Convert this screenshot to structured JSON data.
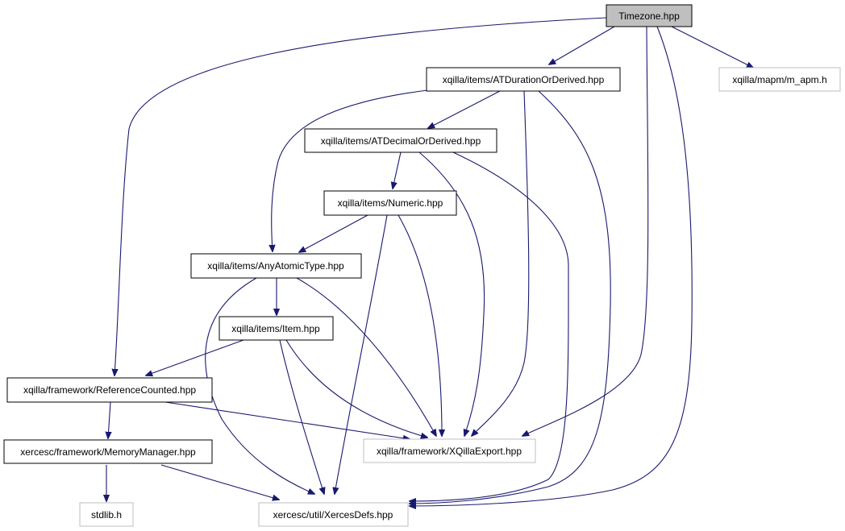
{
  "colors": {
    "edge": "#191970",
    "root_fill": "#bfbfbf",
    "node_border": "#000000",
    "external_border": "#bfbfbf"
  },
  "nodes": [
    {
      "id": "timezone",
      "label": "Timezone.hpp",
      "style": "root"
    },
    {
      "id": "atduration",
      "label": "xqilla/items/ATDurationOrDerived.hpp",
      "style": "solid"
    },
    {
      "id": "mapm",
      "label": "xqilla/mapm/m_apm.h",
      "style": "ext"
    },
    {
      "id": "atdecimal",
      "label": "xqilla/items/ATDecimalOrDerived.hpp",
      "style": "solid"
    },
    {
      "id": "numeric",
      "label": "xqilla/items/Numeric.hpp",
      "style": "solid"
    },
    {
      "id": "anyatomic",
      "label": "xqilla/items/AnyAtomicType.hpp",
      "style": "solid"
    },
    {
      "id": "item",
      "label": "xqilla/items/Item.hpp",
      "style": "solid"
    },
    {
      "id": "refcounted",
      "label": "xqilla/framework/ReferenceCounted.hpp",
      "style": "solid"
    },
    {
      "id": "xqillaexport",
      "label": "xqilla/framework/XQillaExport.hpp",
      "style": "ext"
    },
    {
      "id": "memmanager",
      "label": "xercesc/framework/MemoryManager.hpp",
      "style": "solid"
    },
    {
      "id": "stdlib",
      "label": "stdlib.h",
      "style": "ext"
    },
    {
      "id": "xercesdefs",
      "label": "xercesc/util/XercesDefs.hpp",
      "style": "ext"
    }
  ],
  "edges": [
    {
      "from": "timezone",
      "to": "atduration"
    },
    {
      "from": "timezone",
      "to": "mapm"
    },
    {
      "from": "timezone",
      "to": "refcounted"
    },
    {
      "from": "timezone",
      "to": "xqillaexport"
    },
    {
      "from": "timezone",
      "to": "xercesdefs"
    },
    {
      "from": "atduration",
      "to": "atdecimal"
    },
    {
      "from": "atduration",
      "to": "anyatomic"
    },
    {
      "from": "atduration",
      "to": "xqillaexport"
    },
    {
      "from": "atduration",
      "to": "xercesdefs"
    },
    {
      "from": "atdecimal",
      "to": "numeric"
    },
    {
      "from": "atdecimal",
      "to": "xqillaexport"
    },
    {
      "from": "atdecimal",
      "to": "xercesdefs"
    },
    {
      "from": "numeric",
      "to": "anyatomic"
    },
    {
      "from": "numeric",
      "to": "xqillaexport"
    },
    {
      "from": "numeric",
      "to": "xercesdefs"
    },
    {
      "from": "anyatomic",
      "to": "item"
    },
    {
      "from": "anyatomic",
      "to": "xqillaexport"
    },
    {
      "from": "anyatomic",
      "to": "xercesdefs"
    },
    {
      "from": "item",
      "to": "refcounted"
    },
    {
      "from": "item",
      "to": "xqillaexport"
    },
    {
      "from": "item",
      "to": "xercesdefs"
    },
    {
      "from": "refcounted",
      "to": "memmanager"
    },
    {
      "from": "refcounted",
      "to": "xqillaexport"
    },
    {
      "from": "memmanager",
      "to": "stdlib"
    },
    {
      "from": "memmanager",
      "to": "xercesdefs"
    }
  ]
}
